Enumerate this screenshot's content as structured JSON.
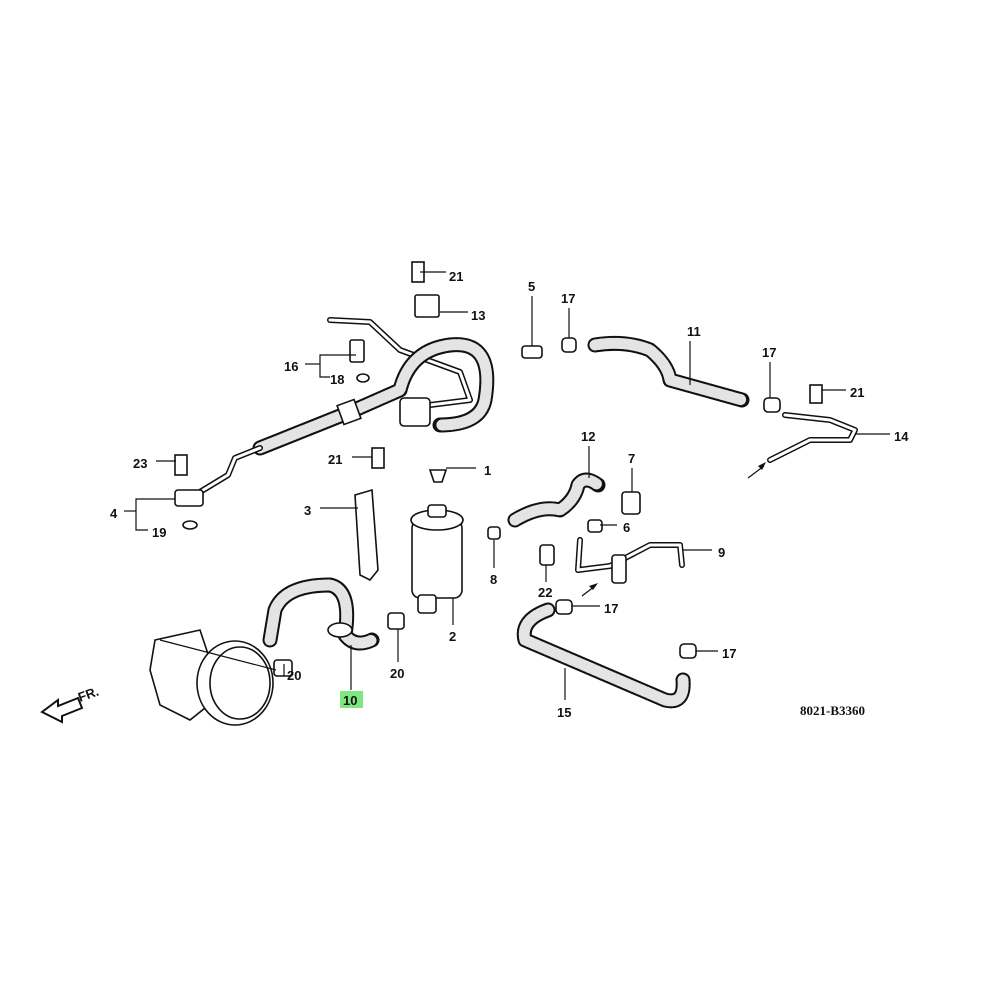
{
  "diagram": {
    "code": "8021-B3360",
    "front_label": "FR.",
    "highlight_color": "#7de87d",
    "callouts": [
      "21",
      "13",
      "5",
      "17",
      "11",
      "17",
      "21",
      "14",
      "16",
      "18",
      "23",
      "21",
      "1",
      "12",
      "7",
      "6",
      "9",
      "4",
      "19",
      "3",
      "8",
      "22",
      "17",
      "2",
      "20",
      "20",
      "10",
      "15",
      "17"
    ]
  }
}
